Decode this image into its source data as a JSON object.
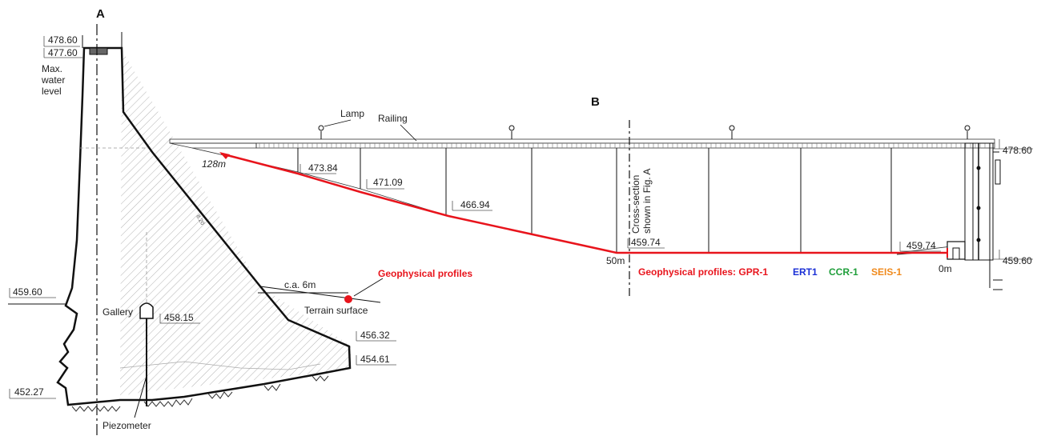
{
  "panel_a": {
    "label": "A",
    "crest_elevation": "478.60",
    "max_water_elevation": "477.60",
    "max_water_label": [
      "Max.",
      "water",
      "level"
    ],
    "left_ground_elevation": "459.60",
    "gallery_label": "Gallery",
    "gallery_elevation": "458.15",
    "piezometer_label": "Piezometer",
    "base_elevation": "452.27",
    "toe_upper_elevation": "456.32",
    "toe_lower_elevation": "454.61",
    "distance_label": "c.a. 6m",
    "terrain_label": "Terrain surface",
    "profiles_label": "Geophysical profiles",
    "slope_label": "8.20"
  },
  "panel_b": {
    "label": "B",
    "lamp_label": "Lamp",
    "railing_label": "Railing",
    "elevations": [
      "473.84",
      "471.09",
      "466.94",
      "459.74",
      "459.74"
    ],
    "right_top_elevation": "478.60",
    "right_bottom_elevation": "459.60",
    "distance_128": "128m",
    "distance_50": "50m",
    "distance_0": "0m",
    "cross_section_line1": "Cross-section",
    "cross_section_line2": "shown in Fig. A"
  },
  "legend": {
    "prefix": "Geophysical profiles: GPR-1",
    "items": [
      {
        "label": "ERT1",
        "color": "#1a2fd6"
      },
      {
        "label": "CCR-1",
        "color": "#1f9e3a"
      },
      {
        "label": "SEIS-1",
        "color": "#f08a1c"
      }
    ],
    "prefix_color": "#e8141c"
  },
  "colors": {
    "profile_line": "#e8141c",
    "hatch": "#9a9a9a",
    "structure": "#111111"
  }
}
